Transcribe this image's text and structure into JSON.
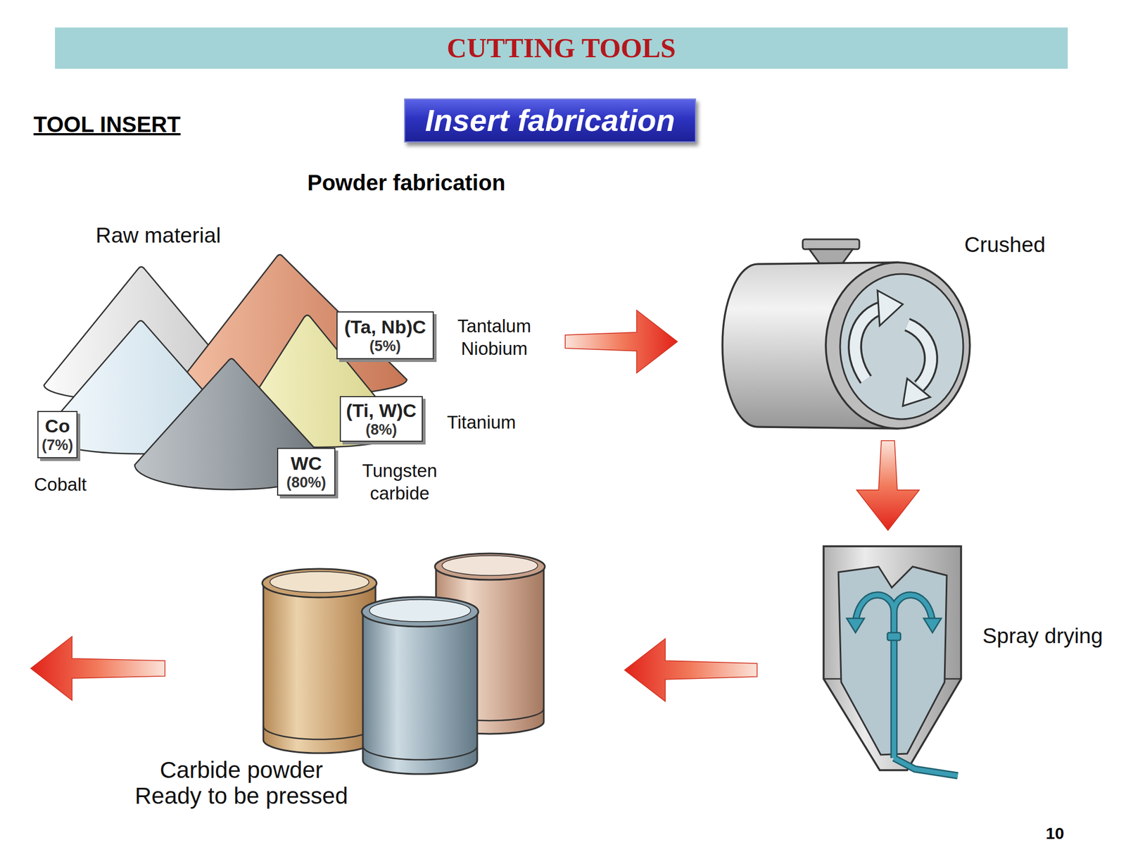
{
  "diagram": {
    "title": "CUTTING TOOLS",
    "nodes": [
      {
        "text": [
          "Insert fabrication"
        ]
      },
      {
        "text": [
          "Raw material"
        ]
      },
      {
        "text": [
          "(Ta, Nb)C",
          "(5%)",
          "Tantalum Niobium"
        ],
        "in": 1
      },
      {
        "text": [
          "(Ti, W)C",
          "(8%)",
          "Titanium"
        ],
        "in": 1
      },
      {
        "text": [
          "Co",
          "(7%)",
          "Cobalt"
        ],
        "in": 1
      },
      {
        "text": [
          "WC",
          "(80%)",
          "Tungsten carbide"
        ],
        "in": 1
      },
      {
        "text": [
          "Crushed"
        ]
      },
      {
        "text": [
          "Spray drying"
        ]
      },
      {
        "text": [
          "Carbide powder Ready to be pressed"
        ]
      }
    ],
    "edges": [
      {
        "from": 1,
        "to": 6,
        "arrow": "to"
      },
      {
        "from": 6,
        "to": 7,
        "arrow": "to"
      },
      {
        "from": 7,
        "to": 8,
        "arrow": "to"
      }
    ],
    "labels": [
      "TOOL INSERT",
      "Powder fabrication",
      "10"
    ]
  }
}
